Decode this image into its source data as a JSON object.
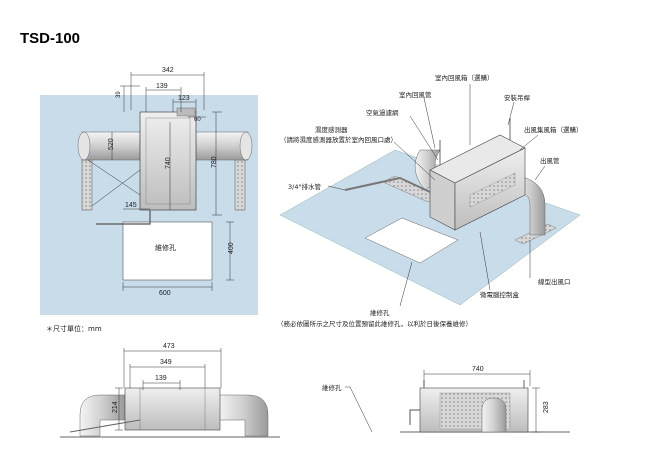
{
  "title": "TSD-100",
  "unit_note": "＊尺寸單位：mm",
  "plan_view": {
    "dims": [
      "342",
      "139",
      "123",
      "39",
      "60",
      "520",
      "740",
      "780",
      "145",
      "400",
      "600"
    ],
    "service_opening": "維修孔"
  },
  "iso_view": {
    "labels": {
      "return_box": "室內回風箱（選購）",
      "return_duct": "室內回風管",
      "hanger": "安裝吊桿",
      "filter": "空氣過濾網",
      "humidity_sensor": "濕度感測器",
      "humidity_note": "（請將濕度感測器放置於室內回風口處）",
      "outlet_box": "出風集風箱（選購）",
      "outlet_duct": "出風管",
      "drain_pipe": "3/4\"排水管",
      "linear_outlet": "線型出風口",
      "control_box": "微電腦控制盒",
      "service_opening": "維修孔",
      "service_note": "（務必依圖所示之尺寸及位置預留此維修孔，以利於日後保養維修）"
    }
  },
  "front_view": {
    "dims": [
      "473",
      "349",
      "139",
      "214"
    ]
  },
  "side_view": {
    "dims": [
      "740",
      "283"
    ],
    "service_opening": "維修孔"
  },
  "colors": {
    "floor": "#c9dcea",
    "panel": "#d9e4ec",
    "unit": "#dcdcdc",
    "line": "#333333"
  }
}
